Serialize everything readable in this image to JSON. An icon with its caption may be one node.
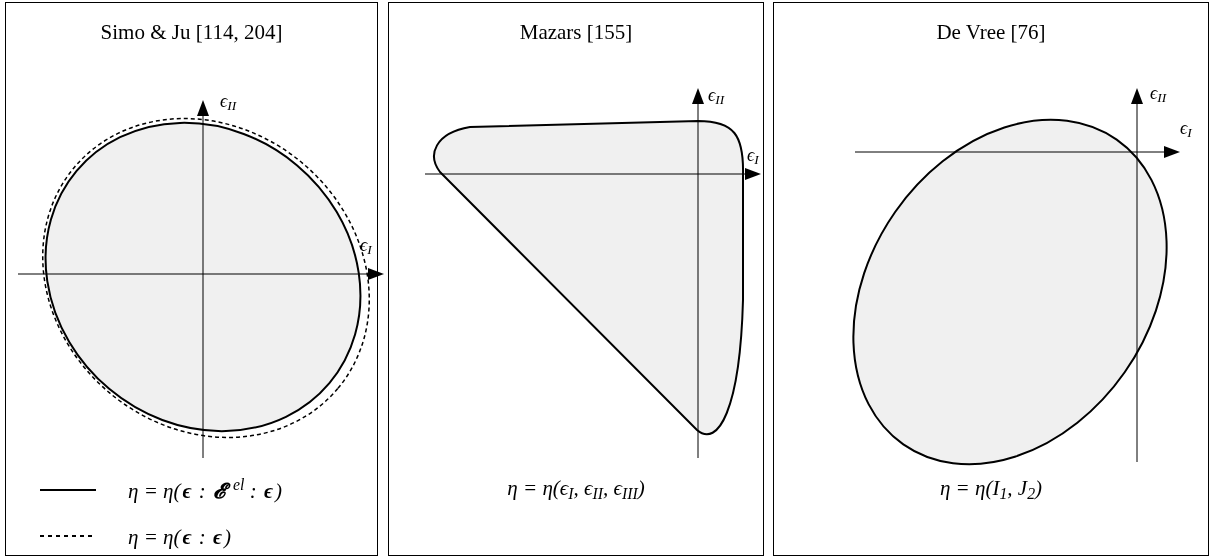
{
  "diagram": {
    "nodes": [
      {
        "text": [
          "Simo & Ju [114, 204]"
        ]
      },
      {
        "text": [
          "Mazars [155]",
          "η = η(ϵ$_{I}$, ϵ$_{II}$, ϵ$_{III}$)"
        ]
      },
      {
        "text": [
          "De Vree [76]",
          "η = η(I$_{1}$, J$_{2}$)"
        ]
      }
    ],
    "edges": [],
    "labels": [
      "ϵ$_{II}$",
      "ϵ$_{I}$",
      "ϵ$_{II}$",
      "ϵ$_{I}$",
      "ϵ$_{II}$",
      "ϵ$_{I}$"
    ],
    "legend": [
      {
        "text": "η = η(**ϵ** : **𝓔**$^{el}$ : **ϵ**)"
      },
      {
        "text": "η = η(**ϵ** : **ϵ**)"
      }
    ]
  }
}
